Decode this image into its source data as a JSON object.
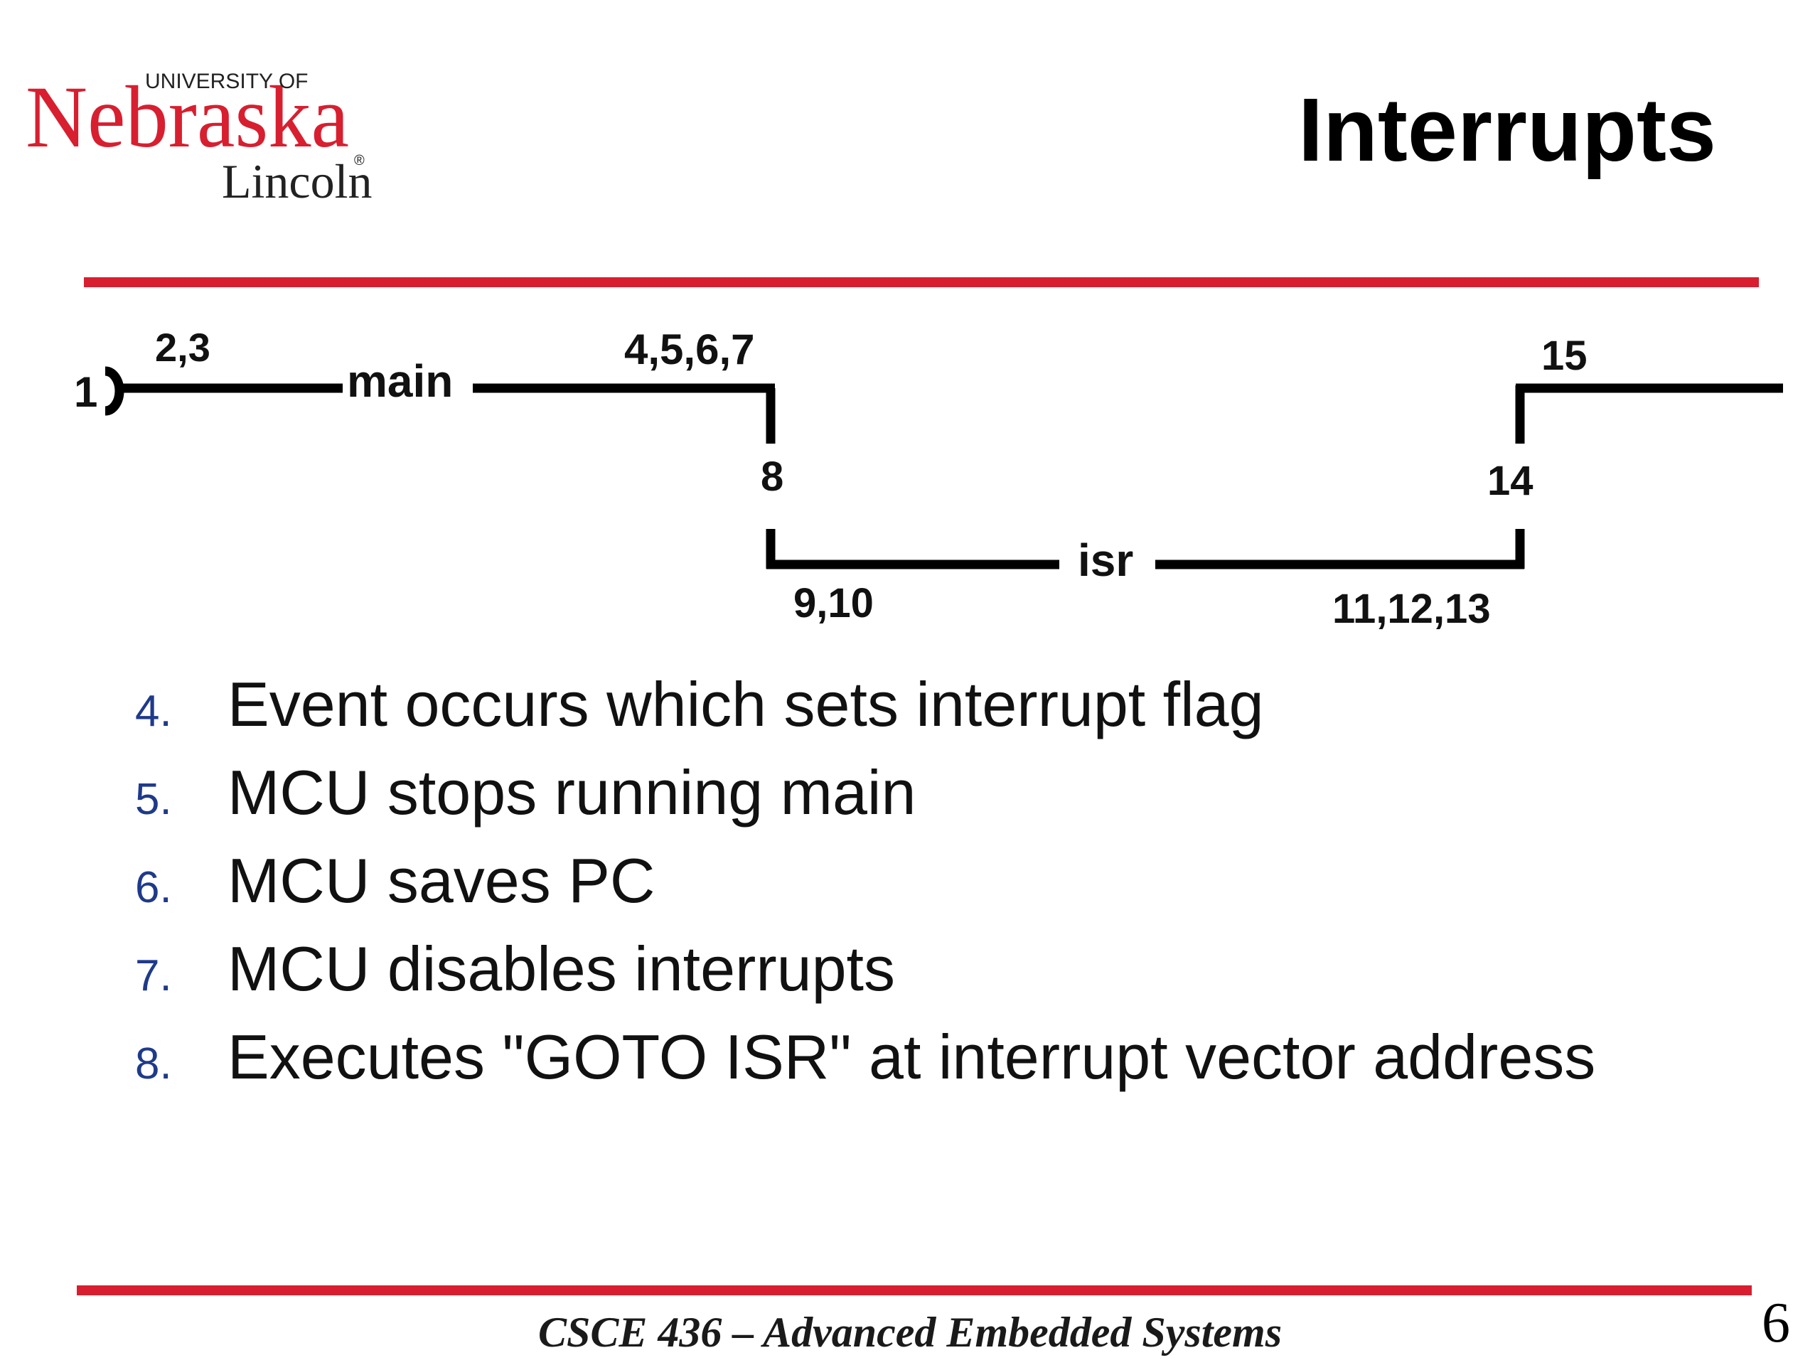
{
  "logo": {
    "university_of": "UNIVERSITY OF",
    "nebraska": "Nebraska",
    "lincoln": "Lincoln",
    "registered": "®"
  },
  "title": "Interrupts",
  "diagram": {
    "start_label": "1",
    "labels": {
      "l23": "2,3",
      "main": "main",
      "l4567": "4,5,6,7",
      "l8": "8",
      "l910": "9,10",
      "isr": "isr",
      "l111213": "11,12,13",
      "l14": "14",
      "l15": "15"
    }
  },
  "steps": [
    {
      "num": "4.",
      "text": "Event occurs which sets interrupt flag"
    },
    {
      "num": "5.",
      "text": "MCU stops running main"
    },
    {
      "num": "6.",
      "text": "MCU saves PC"
    },
    {
      "num": "7.",
      "text": "MCU disables interrupts"
    },
    {
      "num": "8.",
      "text": "Executes \"GOTO ISR\" at interrupt vector address"
    }
  ],
  "footer": "CSCE 436 – Advanced Embedded Systems",
  "page_number": "6",
  "colors": {
    "brand_red": "#d71f30",
    "number_blue": "#1f3a8a",
    "ink": "#000000"
  }
}
